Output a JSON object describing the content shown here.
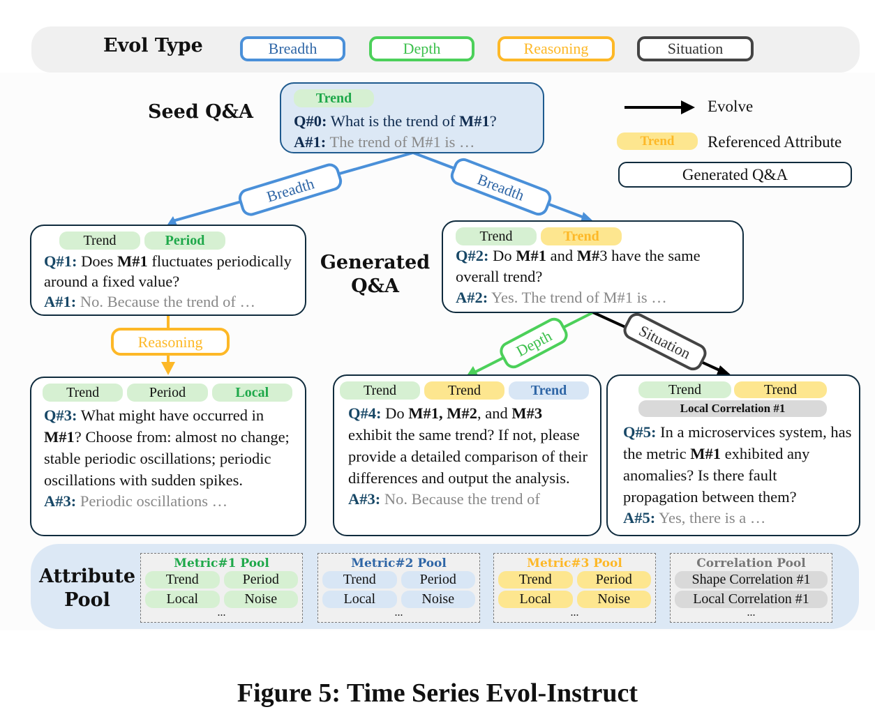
{
  "evol_type": {
    "title": "Evol Type",
    "types": [
      {
        "label": "Breadth",
        "color": "#4a90d9",
        "text_color": "#2f66a6"
      },
      {
        "label": "Depth",
        "color": "#4cd05a",
        "text_color": "#3cc04c"
      },
      {
        "label": "Reasoning",
        "color": "#fdb827",
        "text_color": "#fdb827"
      },
      {
        "label": "Situation",
        "color": "#444444",
        "text_color": "#333333"
      }
    ]
  },
  "legend": {
    "evolve_label": "Evolve",
    "referenced_tag": "Trend",
    "referenced_label": "Referenced Attribute",
    "generated_label": "Generated Q&A"
  },
  "sections": {
    "seed": "Seed Q&A",
    "generated_line1": "Generated",
    "generated_line2": "Q&A",
    "attribute_line1": "Attribute",
    "attribute_line2": "Pool"
  },
  "seed_qa": {
    "tag": "Trend",
    "q_label": "Q#0:",
    "q_text_before": "What is the trend of ",
    "q_bold": "M#1",
    "q_text_after": "?",
    "a_label": "A#1:",
    "a_text": "The trend of M#1 is …"
  },
  "edges": {
    "breadth_left": "Breadth",
    "breadth_right": "Breadth",
    "reasoning": "Reasoning",
    "depth": "Depth",
    "situation": "Situation"
  },
  "qa1": {
    "tags": [
      "Trend",
      "Period"
    ],
    "q_label": "Q#1:",
    "q_pre": "Does ",
    "q_bold": "M#1",
    "q_post": " fluctuates periodically around a fixed value?",
    "a_label": "A#1:",
    "a_text": "No. Because the trend of …"
  },
  "qa2": {
    "tags": [
      "Trend",
      "Trend"
    ],
    "q_label": "Q#2:",
    "q_pre": "Do ",
    "q_bold1": "M#1",
    "q_mid": " and ",
    "q_bold2": "M#",
    "q_mid2": "3 have the same overall trend?",
    "a_label": "A#2:",
    "a_text": "Yes. The trend of M#1 is …"
  },
  "qa3": {
    "tags": [
      "Trend",
      "Period",
      "Local"
    ],
    "q_label": "Q#3:",
    "q_pre": "What might have occurred in ",
    "q_bold": "M#1",
    "q_post": "? Choose from: almost no change; stable periodic oscillations; periodic oscillations with sudden spikes.",
    "a_label": "A#3:",
    "a_text": "Periodic oscillations …"
  },
  "qa4": {
    "tags": [
      "Trend",
      "Trend",
      "Trend"
    ],
    "q_label": "Q#4:",
    "q_pre": "Do ",
    "q_bold1": "M#1, M#2",
    "q_mid": ", and ",
    "q_bold2": "M#3",
    "q_post": " exhibit the same trend? If not, please provide a detailed comparison of their differences and output the analysis.",
    "a_label": "A#3:",
    "a_text": "No. Because the trend of"
  },
  "qa5": {
    "tags": [
      "Trend",
      "Trend"
    ],
    "correlation_tag": "Local  Correlation #1",
    "q_label": "Q#5:",
    "q_pre": "In a microservices system, has the metric ",
    "q_bold": "M#1",
    "q_post": " exhibited any anomalies? Is there fault propagation between them?",
    "a_label": "A#5:",
    "a_text": "Yes, there is a …"
  },
  "pools": [
    {
      "title": "Metric#1 Pool",
      "color": "#1fa84a",
      "items": [
        "Trend",
        "Period",
        "Local",
        "Noise"
      ],
      "more": "..."
    },
    {
      "title": "Metric#2 Pool",
      "color": "#2f66a6",
      "items": [
        "Trend",
        "Period",
        "Local",
        "Noise"
      ],
      "more": "..."
    },
    {
      "title": "Metric#3 Pool",
      "color": "#fdb827",
      "items": [
        "Trend",
        "Period",
        "Local",
        "Noise"
      ],
      "more": "..."
    },
    {
      "title": "Correlation Pool",
      "color": "#777777",
      "items": [
        "Shape Correlation #1",
        "Local  Correlation #1"
      ],
      "more": "..."
    }
  ],
  "caption": "Figure 5: Time Series Evol-Instruct"
}
